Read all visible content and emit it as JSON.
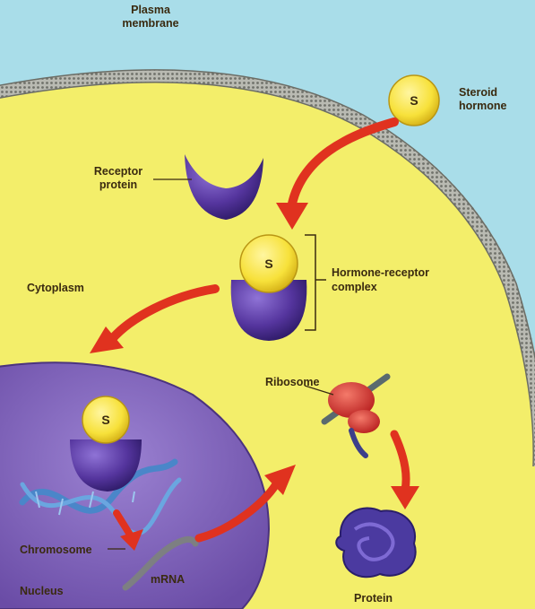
{
  "labels": {
    "plasma_membrane_line1": "Plasma",
    "plasma_membrane_line2": "membrane",
    "steroid_line1": "Steroid",
    "steroid_line2": "hormone",
    "receptor_line1": "Receptor",
    "receptor_line2": "protein",
    "complex_line1": "Hormone-receptor",
    "complex_line2": "complex",
    "cytoplasm": "Cytoplasm",
    "ribosome": "Ribosome",
    "chromosome": "Chromosome",
    "mrna": "mRNA",
    "nucleus": "Nucleus",
    "protein": "Protein"
  },
  "hormone_symbol": "S",
  "colors": {
    "extracellular": "#a9dde9",
    "cytoplasm": "#f3ee6a",
    "membrane": "#8e8f88",
    "nucleus": "#7b5fb4",
    "hormone": "#f7e13a",
    "receptor": "#55359e",
    "arrow": "#e0321f",
    "ribosome": "#d8322c",
    "dna": "#4a86c9",
    "protein": "#4b3aa0"
  }
}
